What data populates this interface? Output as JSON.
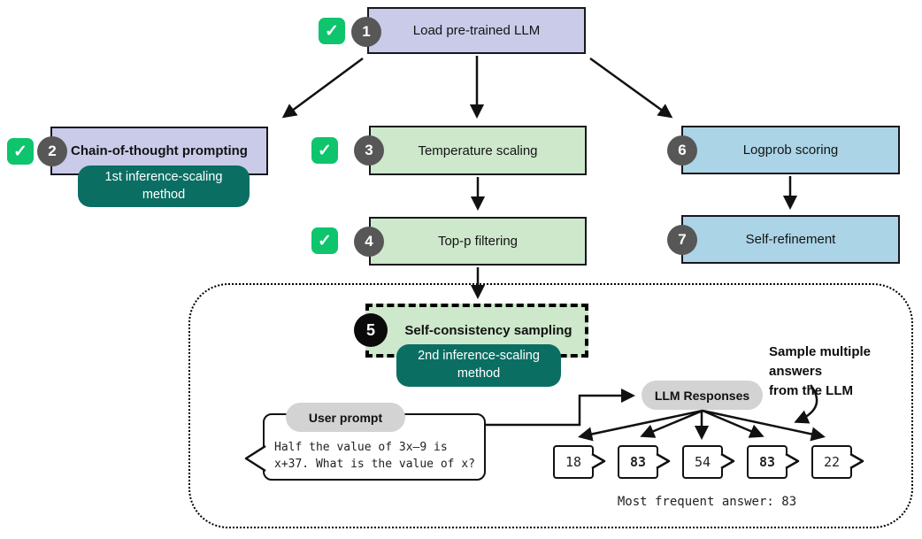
{
  "flow": {
    "step1": {
      "number": "1",
      "label": "Load pre-trained LLM"
    },
    "step2": {
      "number": "2",
      "label": "Chain-of-thought prompting",
      "badge": "1st inference-scaling method"
    },
    "step3": {
      "number": "3",
      "label": "Temperature scaling"
    },
    "step4": {
      "number": "4",
      "label": "Top-p filtering"
    },
    "step5": {
      "number": "5",
      "label": "Self-consistency sampling",
      "badge": "2nd inference-scaling method"
    },
    "step6": {
      "number": "6",
      "label": "Logprob scoring"
    },
    "step7": {
      "number": "7",
      "label": "Self-refinement"
    },
    "checkmark": "✓"
  },
  "sampling": {
    "user_prompt_label": "User prompt",
    "prompt_line1": "Half the value of 3x–9 is",
    "prompt_line2": "x+37. What is the value of x?",
    "llm_responses_label": "LLM Responses",
    "responses": [
      "18",
      "83",
      "54",
      "83",
      "22"
    ],
    "annotation_line1": "Sample multiple answers",
    "annotation_line2": "from the LLM",
    "most_frequent": "Most frequent answer: 83"
  },
  "colors": {
    "node_purple": "#c9cbe9",
    "node_green": "#cde8cb",
    "node_blue": "#abd4e6",
    "badge_teal": "#0b6e63",
    "check_green": "#0ec46d",
    "number_circle_gray": "#575757",
    "number_circle_black": "#0a0a0a",
    "pill_gray": "#d3d3d3",
    "stroke": "#111111"
  }
}
